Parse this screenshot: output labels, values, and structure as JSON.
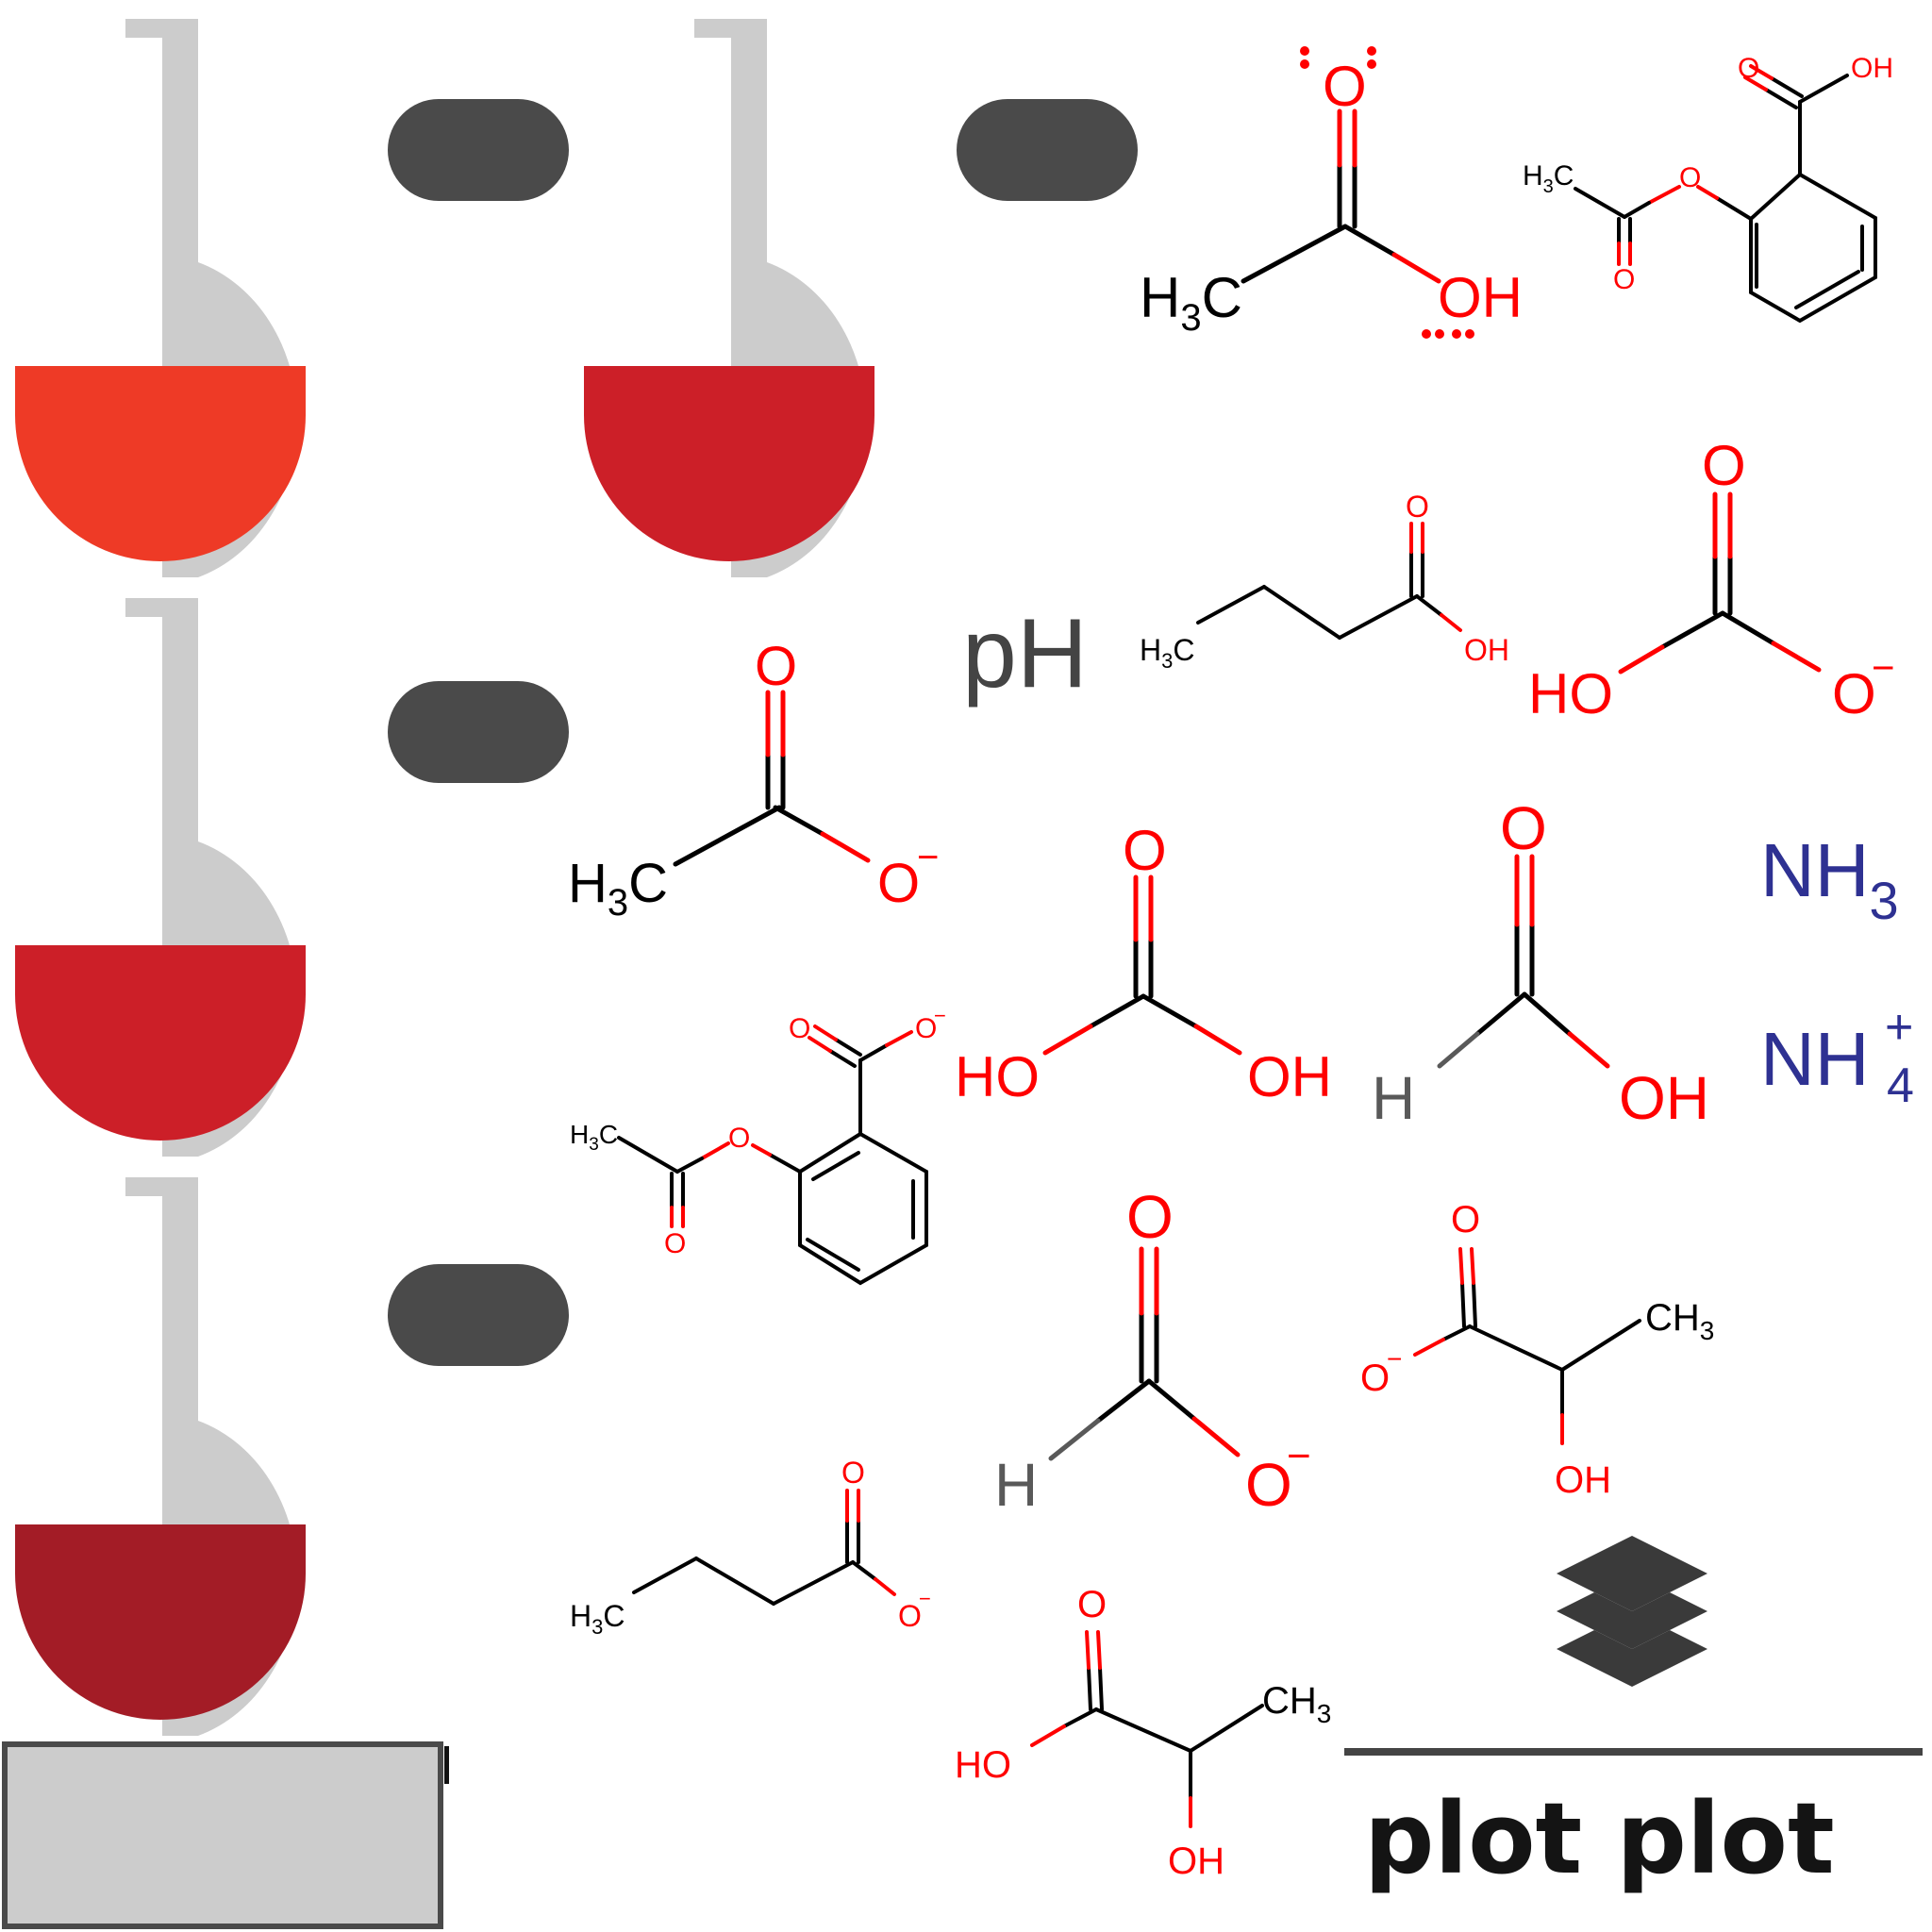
{
  "colors": {
    "glass": "#cccccc",
    "flask1_liquid": "#ee3a26",
    "flask2_liquid": "#cc1f28",
    "flask3_liquid": "#cc1f28",
    "flask4_liquid": "#a31c26",
    "pill": "#4a4a4a",
    "bond_black": "#000000",
    "oxygen_red": "#ff0000",
    "hydrogen_gray": "#595959",
    "nitrogen_blue": "#2e3192",
    "ph_gray": "#444444",
    "footer_text": "#141414",
    "layers_icon": "#3a3a3a"
  },
  "labels": {
    "ph": "pH",
    "footer": "plot plot",
    "o": "O",
    "oh": "OH",
    "ho": "HO",
    "h": "H",
    "h3c": "H",
    "h3c_3": "3",
    "h3c_c": "C",
    "ch3_c": "CH",
    "ch3_3": "3",
    "minus": "−",
    "nh3_n": "NH",
    "nh3_sub": "3",
    "nh4_n": "NH",
    "nh4_sub": "4",
    "nh4_sup": "+"
  },
  "molecules": [
    "acetic acid (with lone pairs)",
    "aspirin",
    "butyric acid",
    "bicarbonate",
    "acetate",
    "ammonia",
    "carbonic acid",
    "formic acid",
    "ammonium",
    "acetylsalicylate",
    "formate",
    "lactate",
    "butyrate",
    "lactic acid"
  ],
  "icons": {
    "layers": "layers-icon"
  }
}
